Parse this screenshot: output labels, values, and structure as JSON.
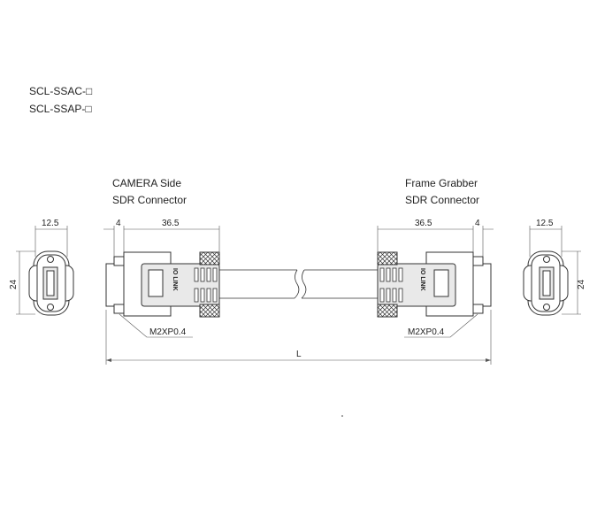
{
  "models": [
    "SCL-SSAC-□",
    "SCL-SSAP-□"
  ],
  "camera_side": {
    "title_line1": "CAMERA Side",
    "title_line2": "SDR Connector"
  },
  "frame_grabber_side": {
    "title_line1": "Frame Grabber",
    "title_line2": "SDR Connector"
  },
  "dimensions": {
    "end_width": "12.5",
    "end_height": "24",
    "flange": "4",
    "connector_length": "36.5",
    "thread": "M2XP0.4",
    "cable_length": "L"
  },
  "logo": "IO LINK"
}
